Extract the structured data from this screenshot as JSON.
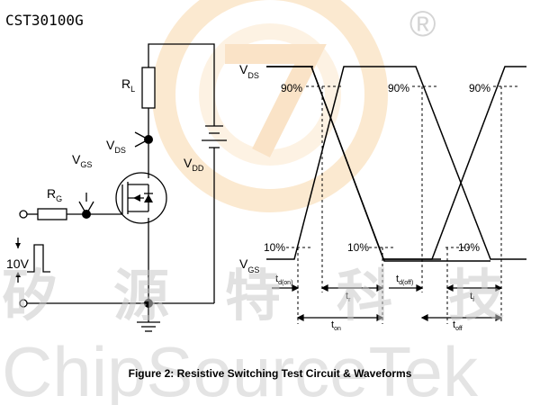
{
  "part_number": "CST30100G",
  "registered_mark": "®",
  "watermark": {
    "chinese": "矽源特科技",
    "english": "ChipSourceTek"
  },
  "circuit": {
    "rl": {
      "main": "R",
      "sub": "L"
    },
    "vds": {
      "main": "V",
      "sub": "DS"
    },
    "vdd": {
      "main": "V",
      "sub": "DD"
    },
    "vgs": {
      "main": "V",
      "sub": "GS"
    },
    "rg": {
      "main": "R",
      "sub": "G"
    },
    "pulse": "10V"
  },
  "waveforms": {
    "vds_label": {
      "main": "V",
      "sub": "DS"
    },
    "vgs_label": {
      "main": "V",
      "sub": "GS"
    },
    "pct_90": "90%",
    "pct_10": "10%",
    "td_on": {
      "main": "t",
      "sub": "d(on)"
    },
    "tr": {
      "main": "t",
      "sub": "r"
    },
    "td_off": {
      "main": "t",
      "sub": "d(off)"
    },
    "tf": {
      "main": "t",
      "sub": "f"
    },
    "ton": {
      "main": "t",
      "sub": "on"
    },
    "toff": {
      "main": "t",
      "sub": "off"
    }
  },
  "caption": "Figure 2: Resistive Switching Test Circuit & Waveforms"
}
